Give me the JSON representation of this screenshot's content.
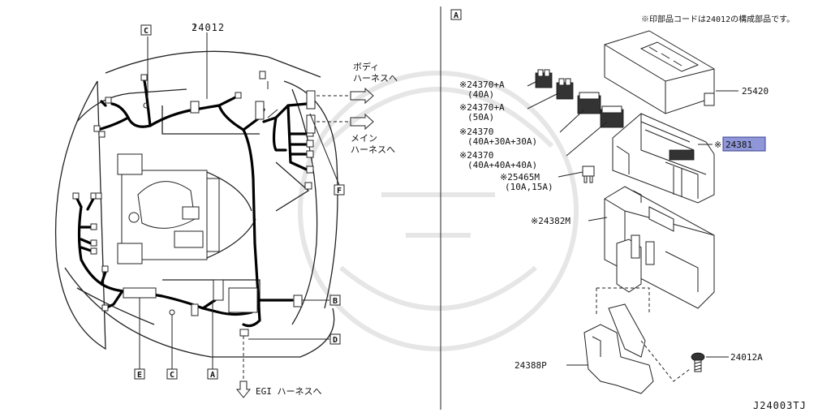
{
  "left_panel": {
    "part_top": "24012",
    "callouts": {
      "B": "B",
      "C": "C",
      "D": "D",
      "E": "E",
      "F": "F",
      "A": "A"
    },
    "arrow_body": [
      "ボディ",
      "ハーネスへ"
    ],
    "arrow_main": [
      "メイン",
      "ハーネスへ"
    ],
    "arrow_egi": "EGI ハーネスへ"
  },
  "right_panel": {
    "section_label": "A",
    "note": "※印部品コードは24012の構成部品です。",
    "parts": [
      {
        "id": "p1",
        "lines": [
          "※24370+A",
          "(40A)"
        ]
      },
      {
        "id": "p2",
        "lines": [
          "※24370+A",
          "(50A)"
        ]
      },
      {
        "id": "p3",
        "lines": [
          "※24370",
          "(40A+30A+30A)"
        ]
      },
      {
        "id": "p4",
        "lines": [
          "※24370",
          "(40A+40A+40A)"
        ]
      },
      {
        "id": "p5",
        "lines": [
          "※25465M",
          "(10A,15A)"
        ]
      },
      {
        "id": "p6",
        "lines": [
          "※24382M"
        ]
      },
      {
        "id": "p7",
        "lines": [
          "24388P"
        ]
      },
      {
        "id": "p8",
        "lines": [
          "25420"
        ]
      },
      {
        "id": "p9",
        "lines": [
          "24012A"
        ]
      }
    ],
    "highlight_part": {
      "star": "※",
      "code": "24381"
    }
  },
  "footer_code": "J24003TJ",
  "colors": {
    "highlight": "#8f97d8",
    "line": "#222222"
  }
}
